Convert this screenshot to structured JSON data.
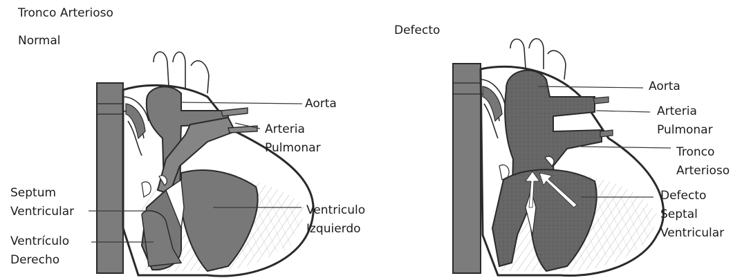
{
  "header": {
    "title": "Tronco Arterioso",
    "normal": "Normal",
    "defect": "Defecto"
  },
  "normal_heart": {
    "aorta": "Aorta",
    "arteria_l1": "Arteria",
    "arteria_l2": "Pulmonar",
    "septum_l1": "Septum",
    "septum_l2": "Ventricular",
    "vd_l1": "Ventrículo",
    "vd_l2": "Derecho",
    "vi_l1": "Ventriculo",
    "vi_l2": "Izquierdo"
  },
  "defect_heart": {
    "aorta": "Aorta",
    "arteria_l1": "Arteria",
    "arteria_l2": "Pulmonar",
    "tronco_l1": "Tronco",
    "tronco_l2": "Arterioso",
    "defecto_l1": "Defecto",
    "defecto_l2": "Septal",
    "defecto_l3": "Ventricular"
  },
  "colors": {
    "blood": "#7a7a7a",
    "blood_dark": "#5f5f5f",
    "outline": "#2a2a2a",
    "muscle_hatch": "#9a9a9a"
  }
}
